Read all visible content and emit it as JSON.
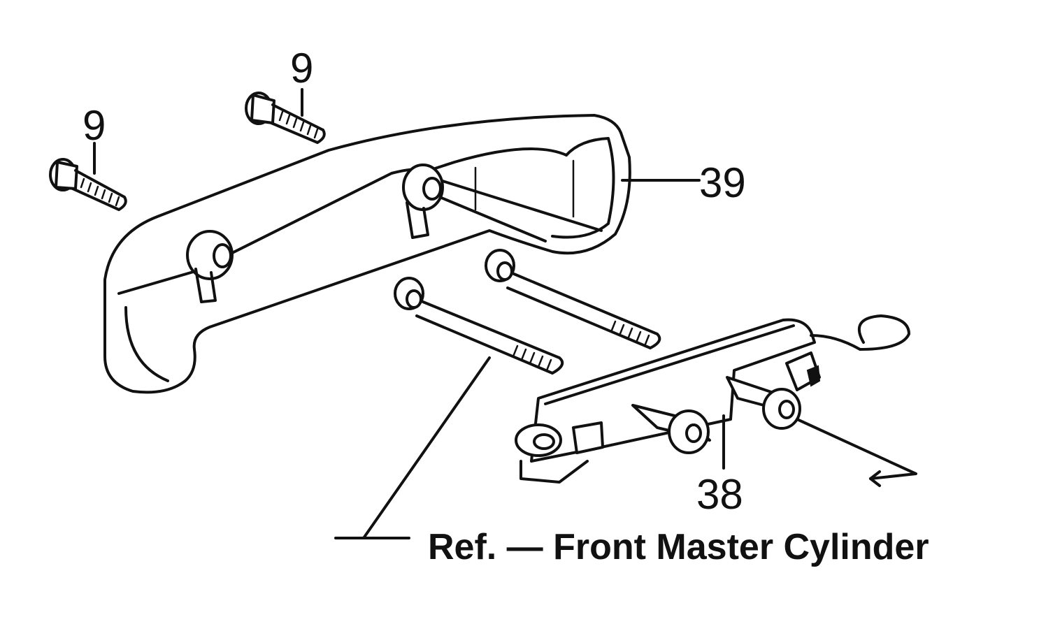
{
  "callouts": {
    "bolt_left": "9",
    "bolt_top": "9",
    "handle": "39",
    "pivot": "38"
  },
  "reference_text": "Ref. — Front Master Cylinder"
}
